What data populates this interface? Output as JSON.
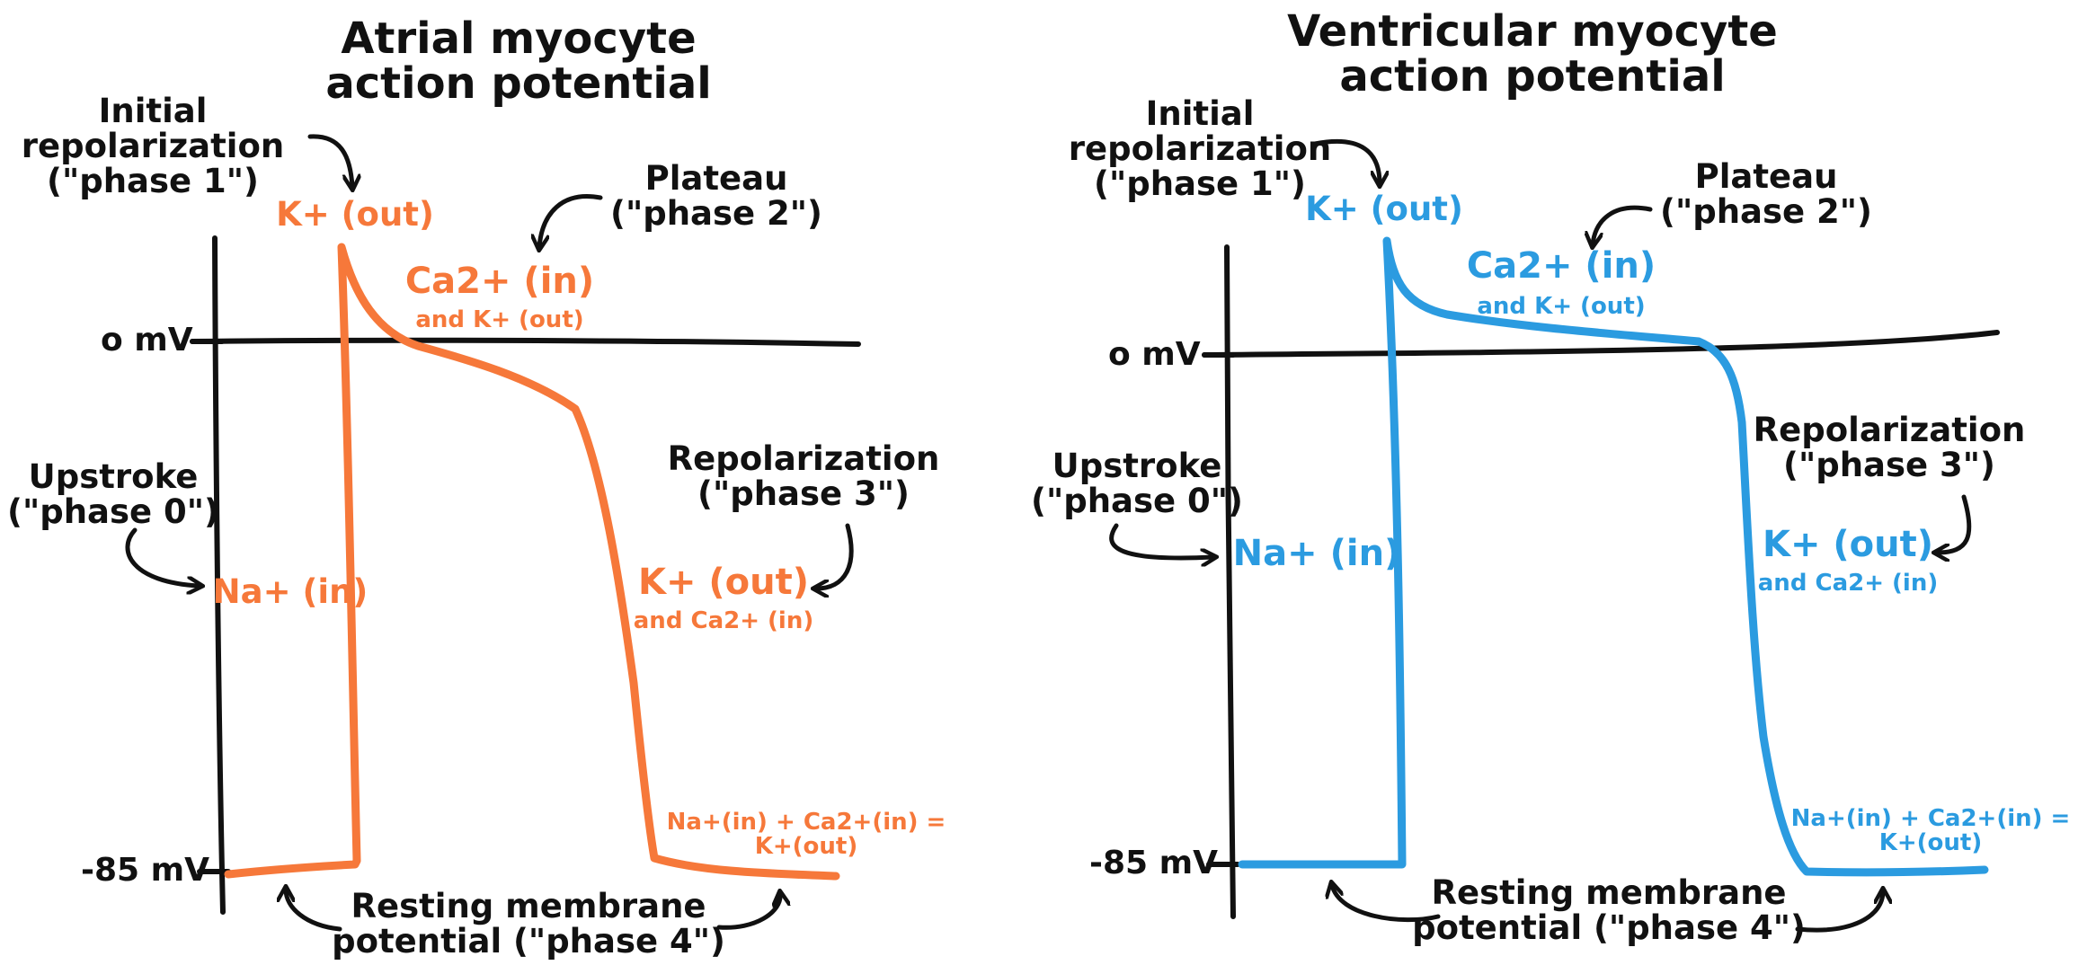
{
  "colors": {
    "atrial": "#f6783a",
    "ventricular": "#2b9be0",
    "ink": "#111111"
  },
  "atrial": {
    "title": "Atrial myocyte\naction potential",
    "phase1": "Initial\nrepolarization\n(\"phase 1\")",
    "phase1_ion": "K+ (out)",
    "phase2": "Plateau\n(\"phase 2\")",
    "phase2_ion": "Ca2+ (in)",
    "phase2_ion_sub": "and K+ (out)",
    "zero_label": "o mV",
    "rest_label": "-85 mV",
    "phase0": "Upstroke\n(\"phase 0\")",
    "phase0_ion": "Na+ (in)",
    "phase3": "Repolarization\n(\"phase 3\")",
    "phase3_ion": "K+ (out)",
    "phase3_ion_sub": "and Ca2+ (in)",
    "phase4_ion": "Na+(in) + Ca2+(in) =\nK+(out)",
    "phase4": "Resting membrane\npotential (\"phase 4\")"
  },
  "ventricular": {
    "title": "Ventricular myocyte\naction potential",
    "phase1": "Initial\nrepolarization\n(\"phase 1\")",
    "phase1_ion": "K+ (out)",
    "phase2": "Plateau\n(\"phase 2\")",
    "phase2_ion": "Ca2+ (in)",
    "phase2_ion_sub": "and K+ (out)",
    "zero_label": "o mV",
    "rest_label": "-85 mV",
    "phase0": "Upstroke\n(\"phase 0\")",
    "phase0_ion": "Na+ (in)",
    "phase3": "Repolarization\n(\"phase 3\")",
    "phase3_ion": "K+ (out)",
    "phase3_ion_sub": "and Ca2+ (in)",
    "phase4_ion": "Na+(in) + Ca2+(in) =\nK+(out)",
    "phase4": "Resting membrane\npotential (\"phase 4\")"
  }
}
